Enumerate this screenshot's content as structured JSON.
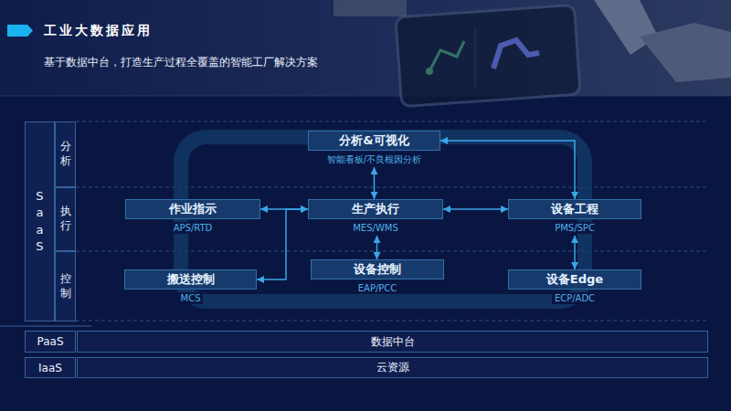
{
  "diagram": {
    "title": "工业大数据应用",
    "nodes": [
      {
        "text": [
          "SaaS"
        ]
      },
      {
        "text": [
          "分析"
        ]
      },
      {
        "text": [
          "执行"
        ]
      },
      {
        "text": [
          "控制"
        ]
      },
      {
        "text": [
          "分析&可视化",
          "智能看板/不良根因分析"
        ]
      },
      {
        "text": [
          "作业指示",
          "APS/RTD"
        ]
      },
      {
        "text": [
          "生产执行",
          "MES/WMS"
        ]
      },
      {
        "text": [
          "设备工程",
          "PMS/SPC"
        ]
      },
      {
        "text": [
          "搬送控制",
          "MCS"
        ]
      },
      {
        "text": [
          "设备控制",
          "EAP/PCC"
        ]
      },
      {
        "text": [
          "设备Edge",
          "ECP/ADC"
        ]
      },
      {
        "text": [
          "PaaS"
        ]
      },
      {
        "text": [
          "数据中台"
        ]
      },
      {
        "text": [
          "IaaS"
        ]
      },
      {
        "text": [
          "云资源"
        ]
      }
    ],
    "edges": [
      {
        "from": 4,
        "to": 6,
        "arrow": "both"
      },
      {
        "from": 6,
        "to": 5,
        "arrow": "both"
      },
      {
        "from": 6,
        "to": 7,
        "arrow": "both"
      },
      {
        "from": 6,
        "to": 8,
        "arrow": "both"
      },
      {
        "from": 4,
        "to": 7,
        "arrow": "both"
      },
      {
        "from": 6,
        "to": 9,
        "arrow": "both"
      },
      {
        "from": 7,
        "to": 10,
        "arrow": "both"
      }
    ],
    "labels": [
      "基于数据中台，打造生产过程全覆盖的智能工厂解决方案"
    ]
  }
}
